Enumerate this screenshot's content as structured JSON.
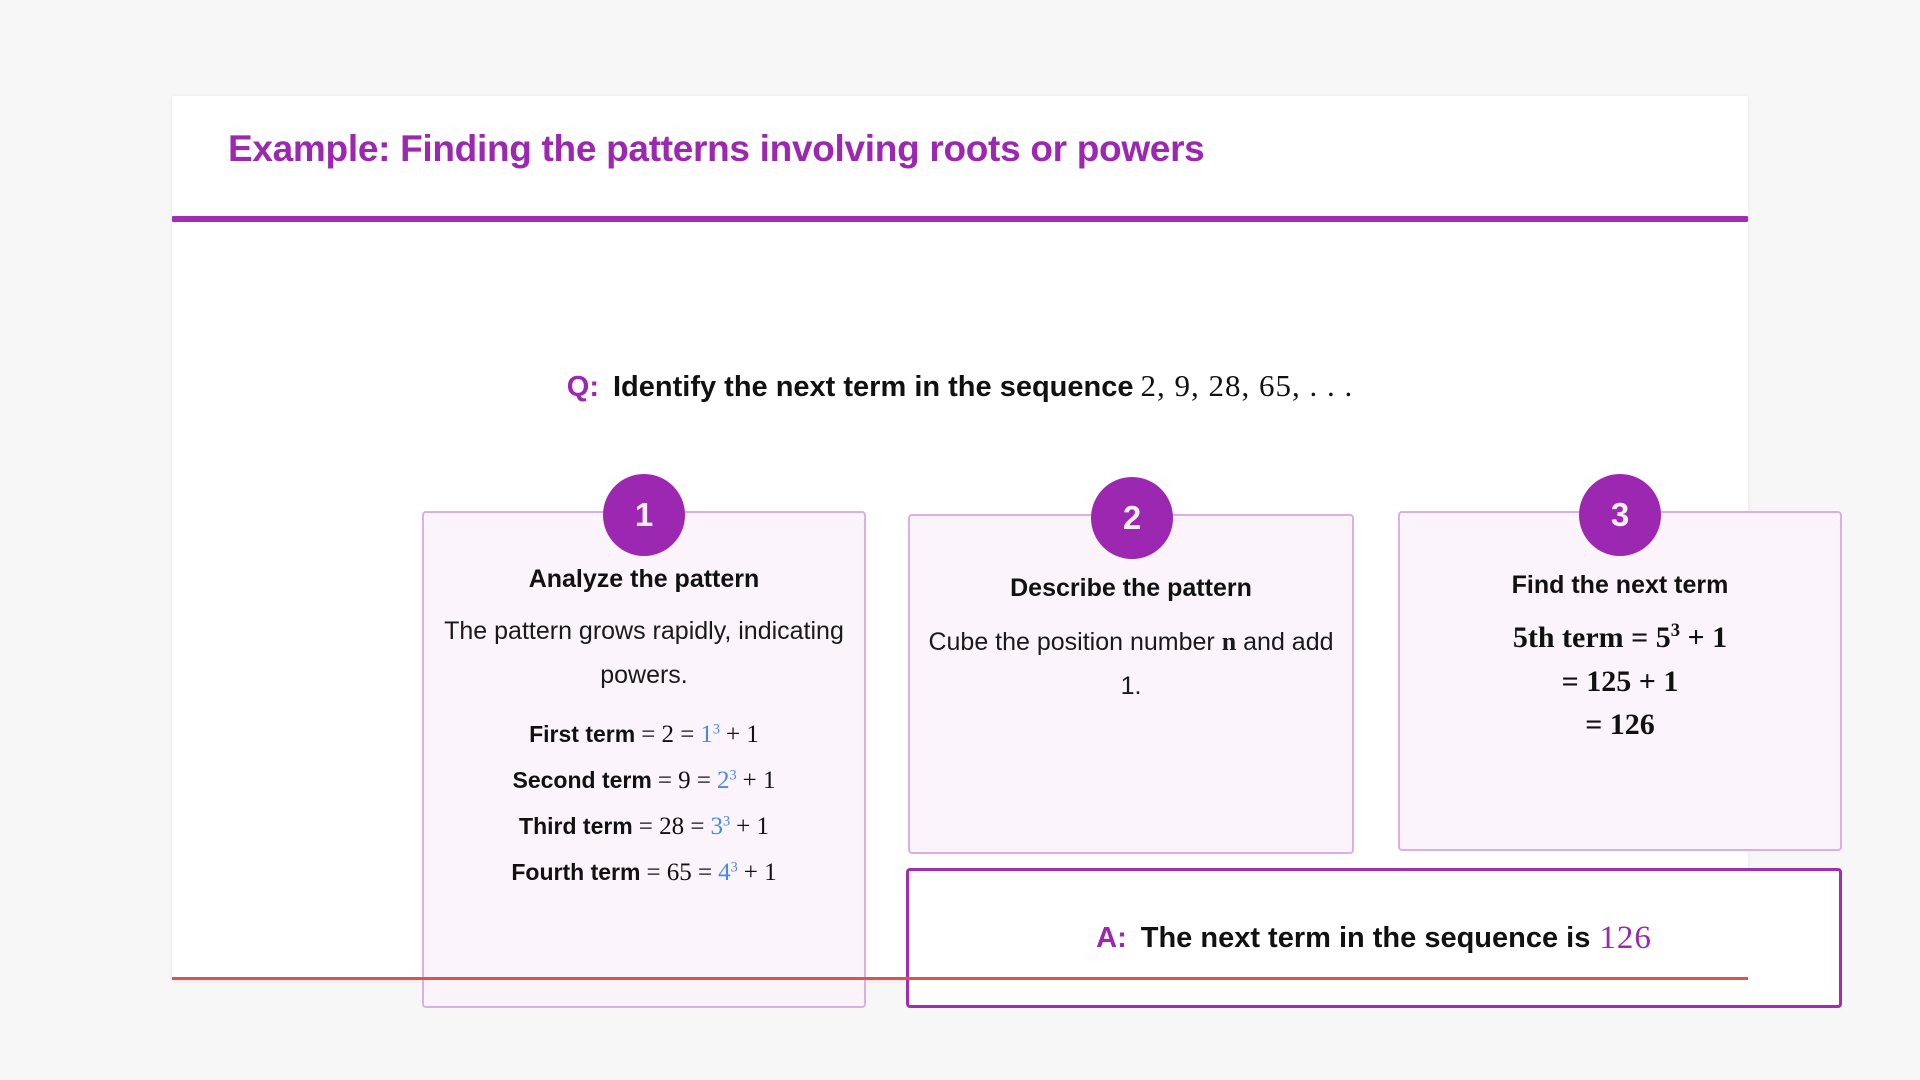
{
  "slide": {
    "title": "Example: Finding the patterns involving roots or powers",
    "accent_color": "#9c27b0",
    "rule_color": "#a32cb5",
    "card_fill": "#fbf4fb",
    "card_border": "#ddaee4",
    "bottom_rule_color": "#d9534f",
    "math_highlight_color": "#4a88ee"
  },
  "question": {
    "label": "Q:",
    "text": "Identify the next term in the sequence",
    "sequence": "2, 9, 28, 65, . . ."
  },
  "steps": [
    {
      "badge": "1",
      "heading": "Analyze the pattern",
      "body": "The pattern grows rapidly, indicating powers.",
      "equations": [
        {
          "name": "First term",
          "lead": "= 2 =",
          "base": "1",
          "exp": "3",
          "tail": "+ 1"
        },
        {
          "name": "Second term",
          "lead": "= 9 =",
          "base": "2",
          "exp": "3",
          "tail": "+ 1"
        },
        {
          "name": "Third term",
          "lead": "= 28 =",
          "base": "3",
          "exp": "3",
          "tail": "+ 1"
        },
        {
          "name": "Fourth term",
          "lead": "= 65 =",
          "base": "4",
          "exp": "3",
          "tail": "+ 1"
        }
      ]
    },
    {
      "badge": "2",
      "heading": "Describe the pattern",
      "body_part1": "Cube the position number",
      "body_variable": "n",
      "body_part2": "and add 1."
    },
    {
      "badge": "3",
      "heading": "Find the next term",
      "math_lines": [
        "5th term = 5³ + 1",
        "= 125 + 1",
        "= 126"
      ],
      "math_line_1_prefix": "5th term = 5",
      "math_line_1_exp": "3",
      "math_line_1_suffix": "+ 1",
      "math_line_2": "= 125 + 1",
      "math_line_3": "= 126"
    }
  ],
  "answer": {
    "label": "A:",
    "text": "The next term in the sequence is",
    "value": "126"
  }
}
